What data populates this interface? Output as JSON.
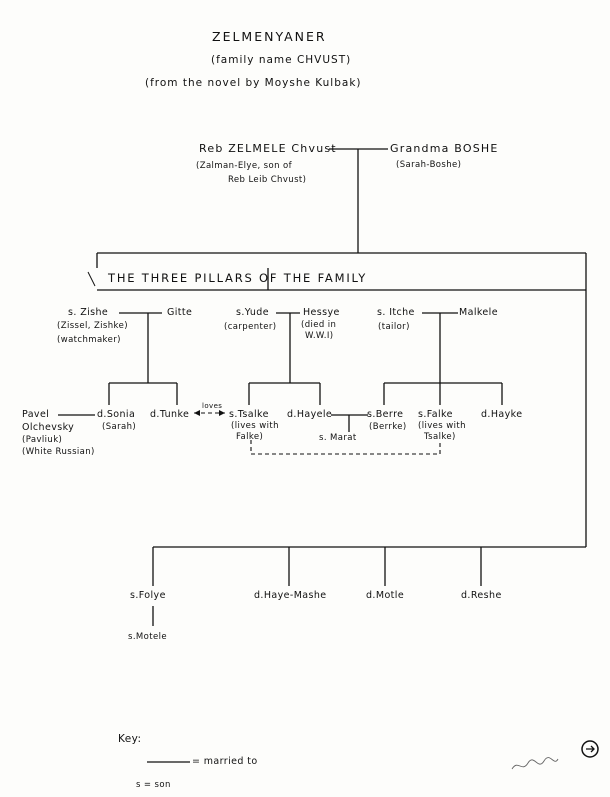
{
  "header": {
    "title": "ZELMENYANER",
    "family_name": "(family name CHVUST)",
    "source": "(from the novel by Moyshe Kulbak)"
  },
  "founders": {
    "zelmele_name": "Reb ZELMELE Chvust",
    "zelmele_note1": "(Zalman-Elye, son of",
    "zelmele_note2": "Reb Leib Chvust)",
    "boshe_name": "Grandma BOSHE",
    "boshe_note": "(Sarah-Boshe)"
  },
  "pillars_title": "THE THREE PILLARS OF THE FAMILY",
  "branch1": {
    "zishe": "s. Zishe",
    "zishe_note1": "(Zissel, Zishke)",
    "zishe_note2": "(watchmaker)",
    "gitte": "Gitte"
  },
  "branch2": {
    "yude": "s.Yude",
    "yude_note": "(carpenter)",
    "hessye": "Hessye",
    "hessye_note1": "(died in",
    "hessye_note2": "W.W.I)"
  },
  "branch3": {
    "itche": "s. Itche",
    "itche_note": "(tailor)",
    "malkele": "Malkele"
  },
  "gen3": {
    "pavel1": "Pavel",
    "pavel2": "Olchevsky",
    "pavel3": "(Pavliuk)",
    "pavel4": "(White Russian)",
    "sonia": "d.Sonia",
    "sonia_note": "(Sarah)",
    "tunke": "d.Tunke",
    "loves": "loves",
    "tsalke": "s.Tsalke",
    "tsalke_note1": "(lives with",
    "tsalke_note2": "Falke)",
    "hayele": "d.Hayele",
    "marat": "s. Marat",
    "berre": "s.Berre",
    "berre_note": "(Berrke)",
    "falke": "s.Falke",
    "falke_note1": "(lives with",
    "falke_note2": "Tsalke)",
    "hayke": "d.Hayke"
  },
  "gen4": {
    "folye": "s.Folye",
    "haye_mashe": "d.Haye-Mashe",
    "motle": "d.Motle",
    "reshe": "d.Reshe",
    "motele": "s.Motele"
  },
  "key": {
    "label": "Key:",
    "married": "= married to",
    "son": "s = son"
  }
}
